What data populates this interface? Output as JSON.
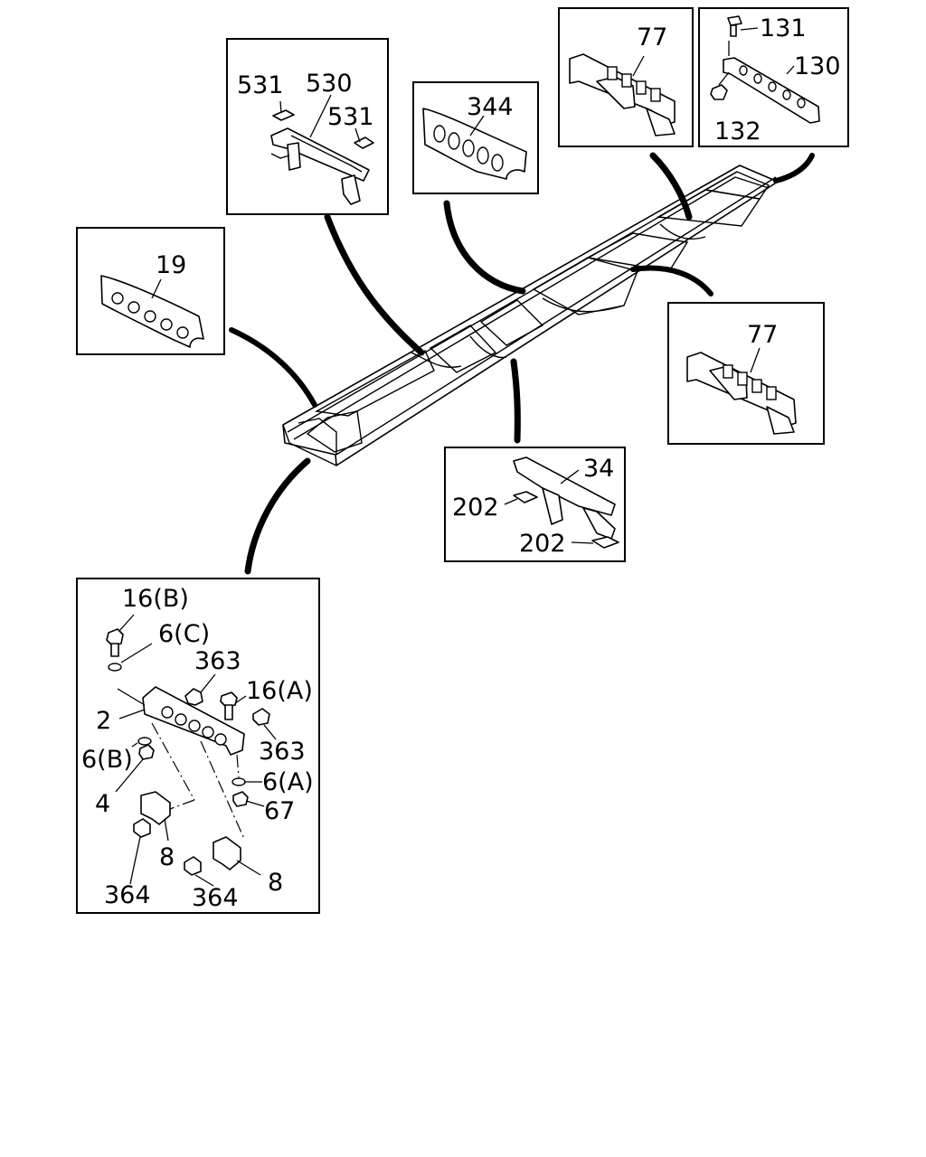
{
  "diagram": {
    "labels": {
      "l531a": "531",
      "l530": "530",
      "l531b": "531",
      "l344": "344",
      "l77a": "77",
      "l131": "131",
      "l130": "130",
      "l132": "132",
      "l19": "19",
      "l77b": "77",
      "l34": "34",
      "l202a": "202",
      "l202b": "202",
      "l16b": "16(B)",
      "l6c": "6(C)",
      "l363a": "363",
      "l16a": "16(A)",
      "l2": "2",
      "l363b": "363",
      "l6b": "6(B)",
      "l6a": "6(A)",
      "l4": "4",
      "l67": "67",
      "l8a": "8",
      "l364a": "364",
      "l364b": "364",
      "l8b": "8"
    }
  }
}
